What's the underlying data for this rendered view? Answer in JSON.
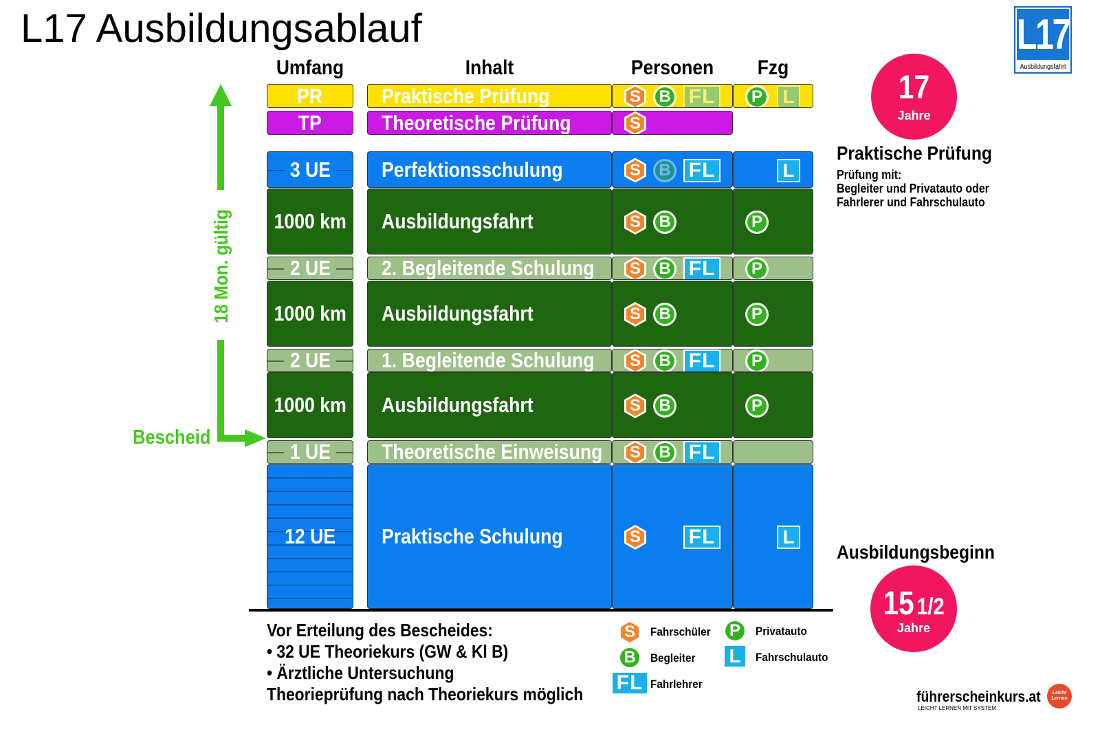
{
  "title": "L17 Ausbildungsablauf",
  "logo": {
    "text": "L17",
    "subtext": "Ausbildungsfahrt"
  },
  "columns": {
    "umfang": "Umfang",
    "inhalt": "Inhalt",
    "personen": "Personen",
    "fzg": "Fzg"
  },
  "colors": {
    "yellow": "#ffe100",
    "purple": "#cc19e6",
    "blue": "#0b7def",
    "dark_green": "#1f6611",
    "light_green": "#9dbf88",
    "arrow_green": "#44c81e",
    "pink": "#f0175f"
  },
  "rows": [
    {
      "umfang": "PR",
      "inhalt": "Praktische Prüfung",
      "style": "yellow",
      "personen": [
        "S",
        "B",
        "FL"
      ],
      "fzg": [
        "P",
        "L"
      ]
    },
    {
      "umfang": "TP",
      "inhalt": "Theoretische Prüfung",
      "style": "purple",
      "personen": [
        "S"
      ],
      "fzg": []
    },
    {
      "umfang": "3 UE",
      "inhalt": "Perfektionsschulung",
      "style": "blue",
      "personen": [
        "S",
        "B",
        "FL"
      ],
      "fzg": [
        "L"
      ]
    },
    {
      "umfang": "1000 km",
      "inhalt": "Ausbildungsfahrt",
      "style": "dark_green",
      "personen": [
        "S",
        "B"
      ],
      "fzg": [
        "P"
      ]
    },
    {
      "umfang": "2 UE",
      "inhalt": "2. Begleitende Schulung",
      "style": "light_green",
      "personen": [
        "S",
        "B",
        "FL"
      ],
      "fzg": [
        "P"
      ]
    },
    {
      "umfang": "1000 km",
      "inhalt": "Ausbildungsfahrt",
      "style": "dark_green",
      "personen": [
        "S",
        "B"
      ],
      "fzg": [
        "P"
      ]
    },
    {
      "umfang": "2 UE",
      "inhalt": "1. Begleitende Schulung",
      "style": "light_green",
      "personen": [
        "S",
        "B",
        "FL"
      ],
      "fzg": [
        "P"
      ]
    },
    {
      "umfang": "1000 km",
      "inhalt": "Ausbildungsfahrt",
      "style": "dark_green",
      "personen": [
        "S",
        "B"
      ],
      "fzg": [
        "P"
      ]
    },
    {
      "umfang": "1 UE",
      "inhalt": "Theoretische Einweisung",
      "style": "light_green",
      "personen": [
        "S",
        "B",
        "FL"
      ],
      "fzg": []
    },
    {
      "umfang": "12 UE",
      "inhalt": "Praktische Schulung",
      "style": "blue",
      "personen": [
        "S",
        "FL"
      ],
      "fzg": [
        "L"
      ]
    }
  ],
  "validity_label": "18 Mon. gültig",
  "bescheid_label": "Bescheid",
  "age_top": {
    "number": "17",
    "unit": "Jahre"
  },
  "pruefung": {
    "heading": "Praktische Prüfung",
    "lines": [
      "Prüfung mit:",
      "Begleiter und Privatauto oder",
      "Fahrlerer und Fahrschulauto"
    ]
  },
  "beginn": {
    "heading": "Ausbildungsbeginn",
    "number": "15",
    "fraction": "1/2",
    "unit": "Jahre"
  },
  "bottom_note": [
    "Vor Erteilung des Bescheides:",
    "• 32 UE Theoriekurs (GW & Kl B)",
    "• Ärztliche Untersuchung",
    "Theorieprüfung nach Theoriekurs möglich"
  ],
  "legend": [
    {
      "symbol": "S",
      "label": "Fahrschüler"
    },
    {
      "symbol": "B",
      "label": "Begleiter"
    },
    {
      "symbol": "FL",
      "label": "Fahrlehrer"
    },
    {
      "symbol": "P",
      "label": "Privatauto"
    },
    {
      "symbol": "L",
      "label": "Fahrschulauto"
    }
  ],
  "brand": {
    "name": "führerscheinkurs.at",
    "tagline": "Leicht Lernen mit System",
    "seal": "Leicht Lernen"
  }
}
